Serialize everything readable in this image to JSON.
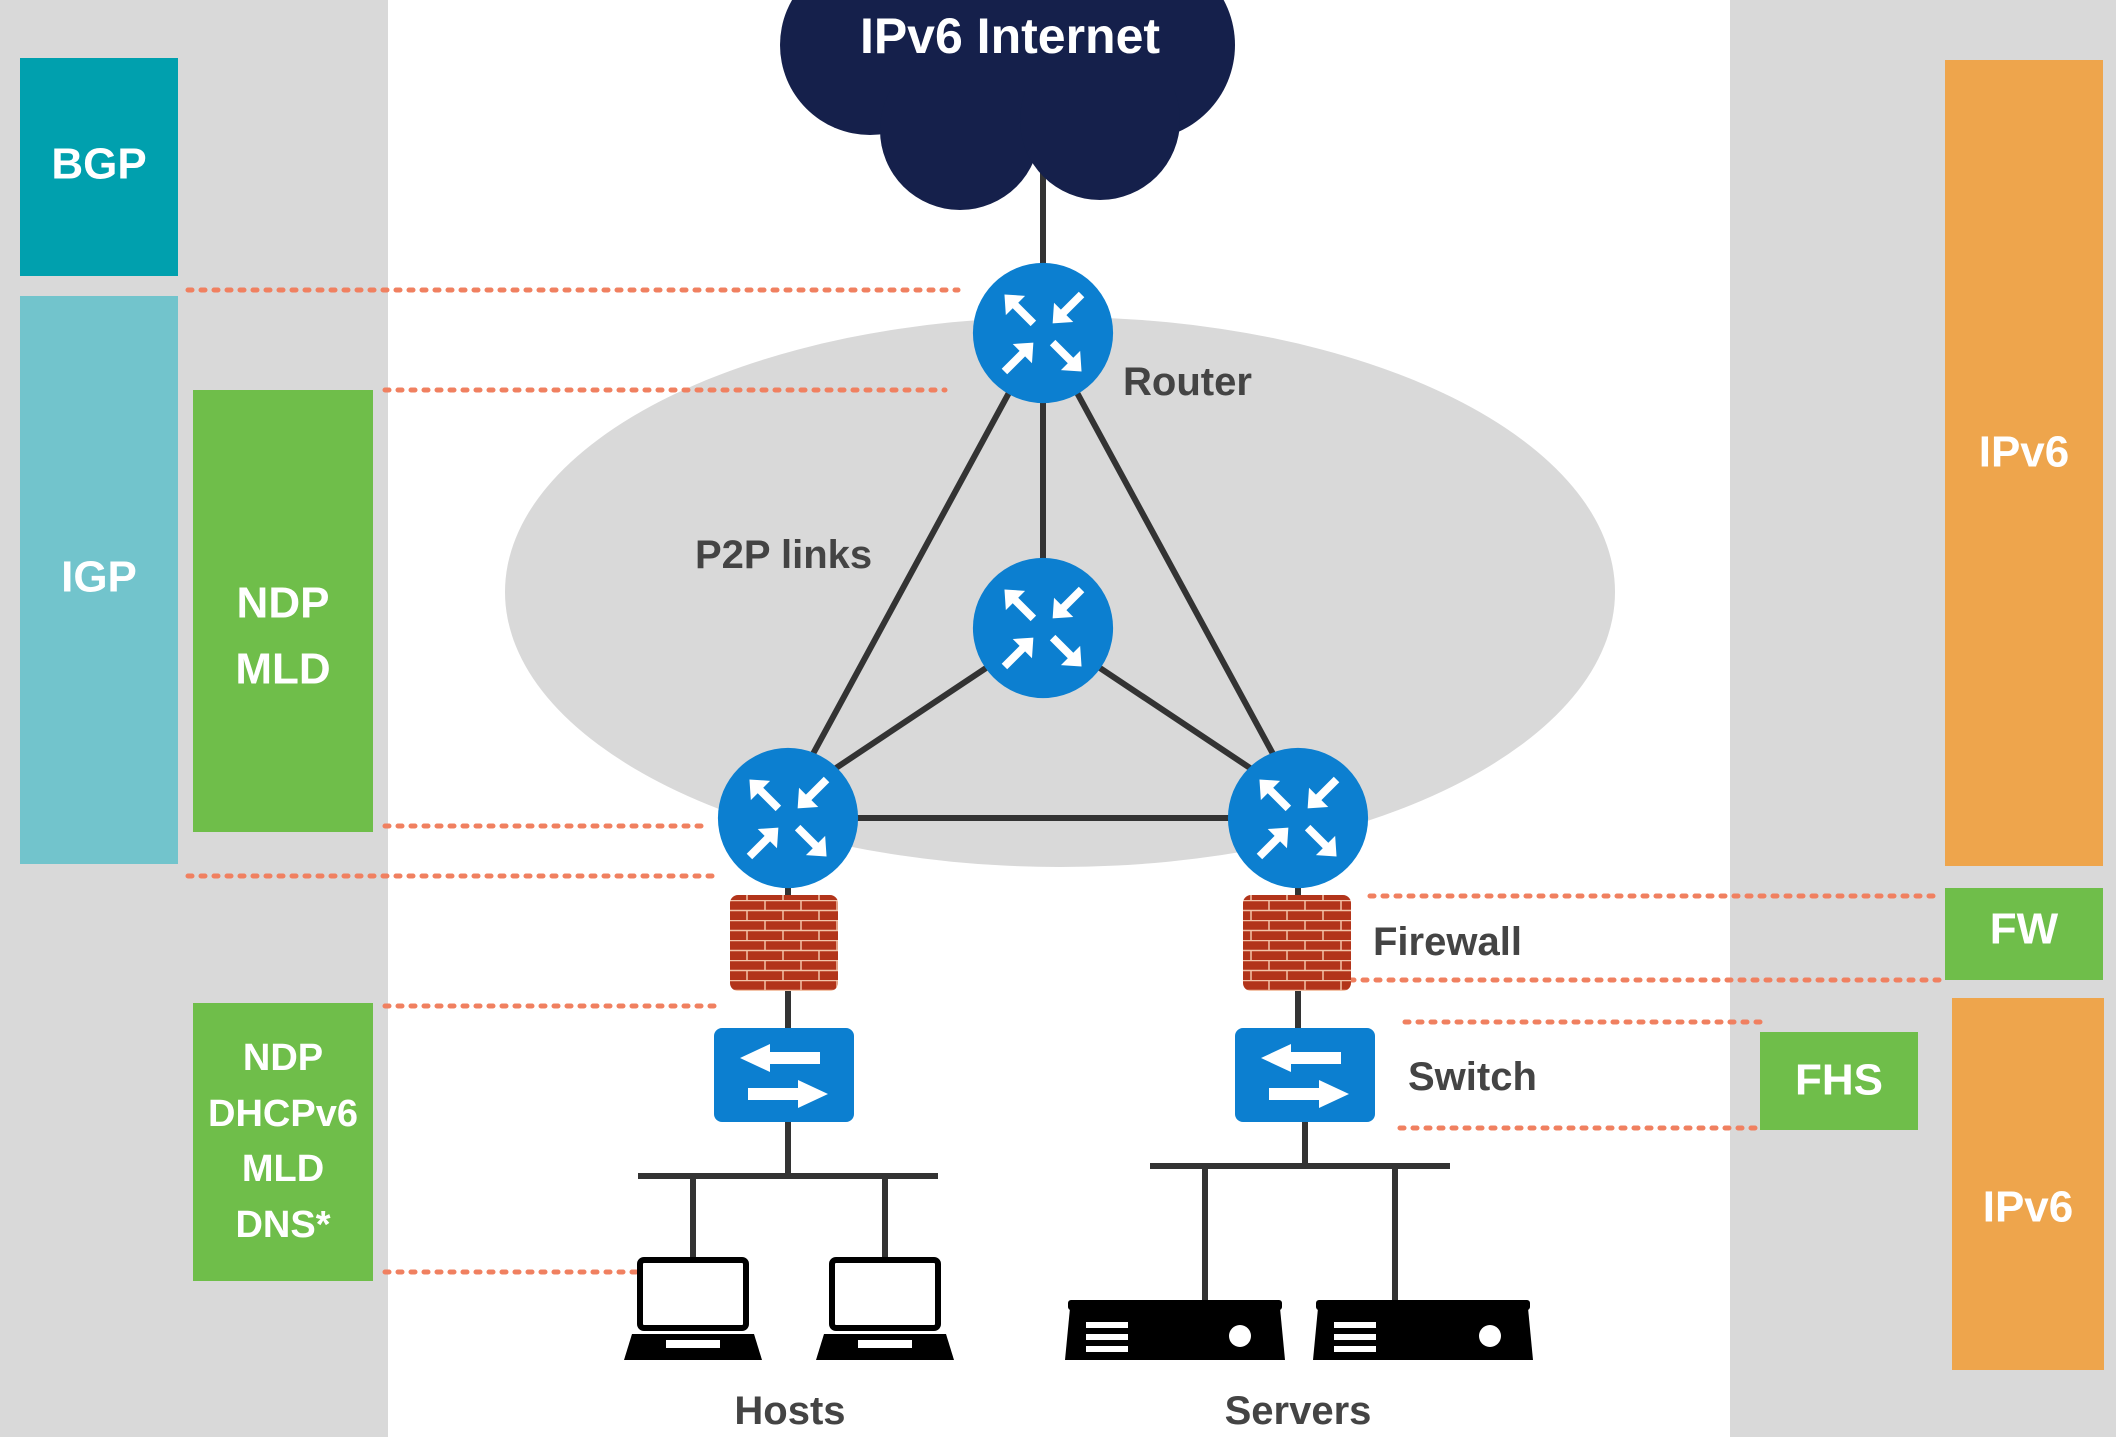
{
  "cloud": {
    "label": "IPv6 Internet"
  },
  "labels": {
    "router": "Router",
    "p2p": "P2P links",
    "firewall": "Firewall",
    "switch": "Switch",
    "hosts": "Hosts",
    "servers": "Servers"
  },
  "left_blocks": {
    "bgp": "BGP",
    "igp": "IGP",
    "ndp_mld": [
      "NDP",
      "MLD"
    ],
    "access": [
      "NDP",
      "DHCPv6",
      "MLD",
      "DNS*"
    ]
  },
  "right_blocks": {
    "ipv6_top": "IPv6",
    "fw": "FW",
    "fhs": "FHS",
    "ipv6_bottom": "IPv6"
  },
  "colors": {
    "panel": "#d9d9d9",
    "bgp": "#00a0ae",
    "igp": "#72c4cc",
    "green": "#6fbe4a",
    "orange": "#eea54c",
    "cloud": "#15204b",
    "device_blue": "#0c7fd0",
    "firewall": "#b2341a",
    "dotted": "#f08060",
    "link": "#333333",
    "label_gray": "#444444"
  },
  "icons": [
    "cloud-icon",
    "router-icon",
    "firewall-icon",
    "switch-icon",
    "laptop-icon",
    "server-icon"
  ]
}
